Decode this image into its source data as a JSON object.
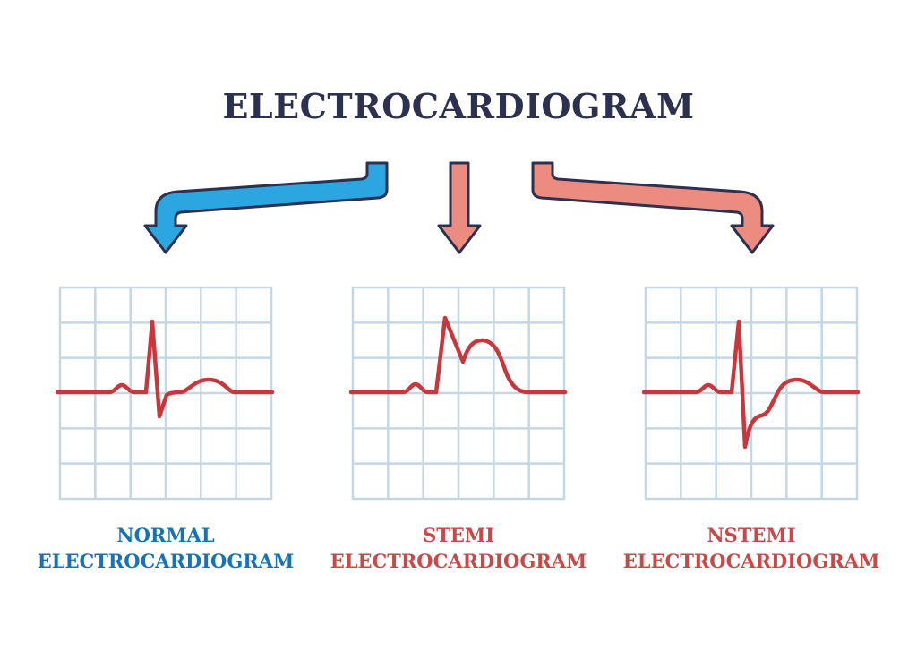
{
  "title": "ELECTROCARDIOGRAM",
  "colors": {
    "title": "#2c3150",
    "outline": "#2c3150",
    "grid": "#c3d7e7",
    "trace": "#c8373c",
    "normal_arrow": "#2ba6e0",
    "normal_label": "#1673b8",
    "abnormal_arrow": "#ec8c80",
    "abnormal_label": "#c94848"
  },
  "panels": [
    {
      "key": "normal",
      "label_line1": "NORMAL",
      "label_line2": "ELECTROCARDIOGRAM",
      "arrow_icon": "curved-arrow-left-down-icon"
    },
    {
      "key": "stemi",
      "label_line1": "STEMI",
      "label_line2": "ELECTROCARDIOGRAM",
      "arrow_icon": "arrow-down-icon"
    },
    {
      "key": "nstemi",
      "label_line1": "NSTEMI",
      "label_line2": "ELECTROCARDIOGRAM",
      "arrow_icon": "curved-arrow-right-down-icon"
    }
  ]
}
